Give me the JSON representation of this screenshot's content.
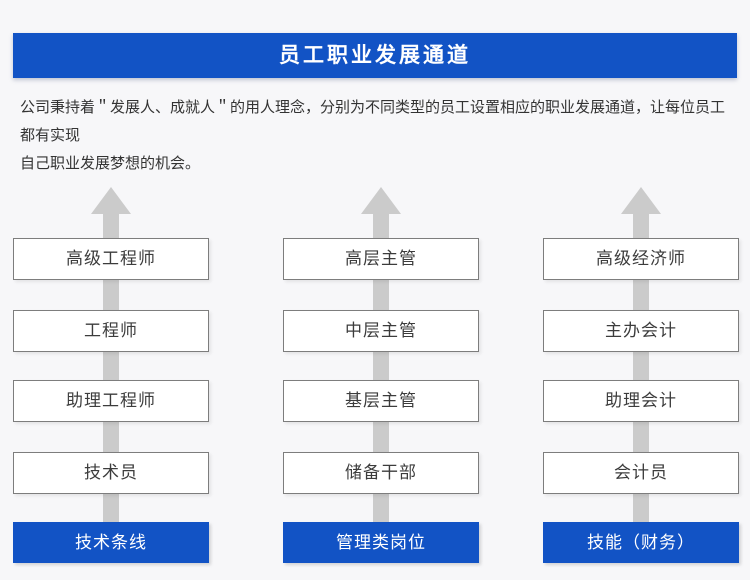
{
  "header": {
    "title": "员工职业发展通道"
  },
  "description": {
    "line1": "公司秉持着＂发展人、成就人＂的用人理念，分别为不同类型的员工设置相应的职业发展通道，让每位员工都有实现",
    "line2": "自己职业发展梦想的机会。"
  },
  "columns": [
    {
      "category": "技术条线",
      "levels": [
        "高级工程师",
        "工程师",
        "助理工程师",
        "技术员"
      ]
    },
    {
      "category": "管理类岗位",
      "levels": [
        "高层主管",
        "中层主管",
        "基层主管",
        "储备干部"
      ]
    },
    {
      "category": "技能（财务）",
      "levels": [
        "高级经济师",
        "主办会计",
        "助理会计",
        "会计员"
      ]
    }
  ],
  "icons": {
    "column_arrow": "up-arrow"
  },
  "colors": {
    "accent_blue": "#1253c5",
    "arrow_gray": "#cbcbcb",
    "box_border": "#7d7d7d",
    "background": "#f7f7f9",
    "body_text": "#333333",
    "banner_text": "#ffffff"
  }
}
